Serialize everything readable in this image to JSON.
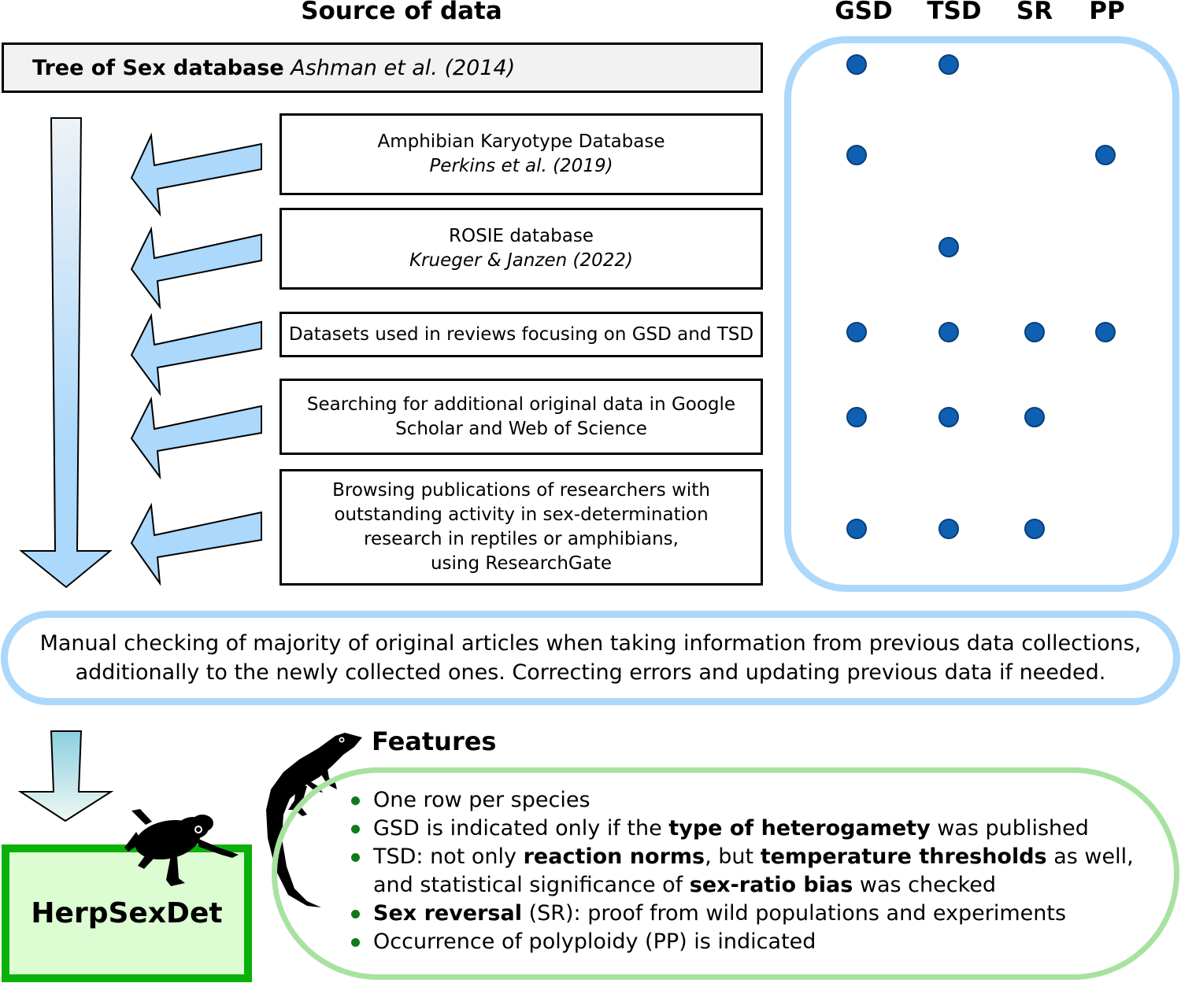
{
  "headers": {
    "source_of_data": "Source of data",
    "columns": [
      "GSD",
      "TSD",
      "SR",
      "PP"
    ]
  },
  "tree_of_sex": {
    "name": "Tree of Sex database",
    "citation": "Ashman et al. (2014)"
  },
  "sources": [
    {
      "title": "Amphibian Karyotype Database",
      "citation": "Perkins et al. (2019)"
    },
    {
      "title": "ROSIE database",
      "citation": "Krueger & Janzen (2022)"
    },
    {
      "title": "Datasets used in reviews focusing on GSD and TSD",
      "citation": ""
    },
    {
      "title_lines": [
        "Searching for additional original data in Google",
        "Scholar and Web of Science"
      ]
    },
    {
      "title_lines": [
        "Browsing publications of researchers with",
        "outstanding activity in sex-determination",
        "research in reptiles or amphibians,",
        "using ResearchGate"
      ]
    }
  ],
  "coverage_matrix": [
    {
      "row": "Tree of Sex database",
      "GSD": true,
      "TSD": true,
      "SR": false,
      "PP": false
    },
    {
      "row": "Amphibian Karyotype Database",
      "GSD": true,
      "TSD": false,
      "SR": false,
      "PP": true
    },
    {
      "row": "ROSIE database",
      "GSD": false,
      "TSD": true,
      "SR": false,
      "PP": false
    },
    {
      "row": "Datasets used in reviews focusing on GSD and TSD",
      "GSD": true,
      "TSD": true,
      "SR": true,
      "PP": true
    },
    {
      "row": "Searching for additional original data in Google Scholar and Web of Science",
      "GSD": true,
      "TSD": true,
      "SR": true,
      "PP": false
    },
    {
      "row": "Browsing publications of researchers",
      "GSD": true,
      "TSD": true,
      "SR": true,
      "PP": false
    }
  ],
  "manual_check": {
    "line1": "Manual checking of majority of original articles when taking information from previous data collections,",
    "line2": "additionally to the newly collected ones. Correcting errors and updating previous data if needed."
  },
  "database_name": "HerpSexDet",
  "features": {
    "title": "Features",
    "items": [
      {
        "parts": [
          {
            "t": "One row per species",
            "b": false
          }
        ]
      },
      {
        "parts": [
          {
            "t": "GSD is indicated only if the ",
            "b": false
          },
          {
            "t": "type of heterogamety",
            "b": true
          },
          {
            "t": " was published",
            "b": false
          }
        ]
      },
      {
        "parts": [
          {
            "t": "TSD: not only ",
            "b": false
          },
          {
            "t": "reaction norms",
            "b": true
          },
          {
            "t": ", but ",
            "b": false
          },
          {
            "t": "temperature thresholds",
            "b": true
          },
          {
            "t": " as well,",
            "b": false
          }
        ]
      },
      {
        "continuation": true,
        "parts": [
          {
            "t": "and statistical significance of ",
            "b": false
          },
          {
            "t": "sex-ratio bias",
            "b": true
          },
          {
            "t": " was checked",
            "b": false
          }
        ]
      },
      {
        "parts": [
          {
            "t": "Sex reversal",
            "b": true
          },
          {
            "t": " (SR): proof from wild populations and experiments",
            "b": false
          }
        ]
      },
      {
        "parts": [
          {
            "t": "Occurrence of polyploidy (PP)  is indicated",
            "b": false
          }
        ]
      }
    ]
  },
  "colors": {
    "arrow_blue": "#abd8fb",
    "dot_blue": "#0f60b3",
    "herp_green": "#0ab10a",
    "features_green": "#a8e2a0"
  }
}
